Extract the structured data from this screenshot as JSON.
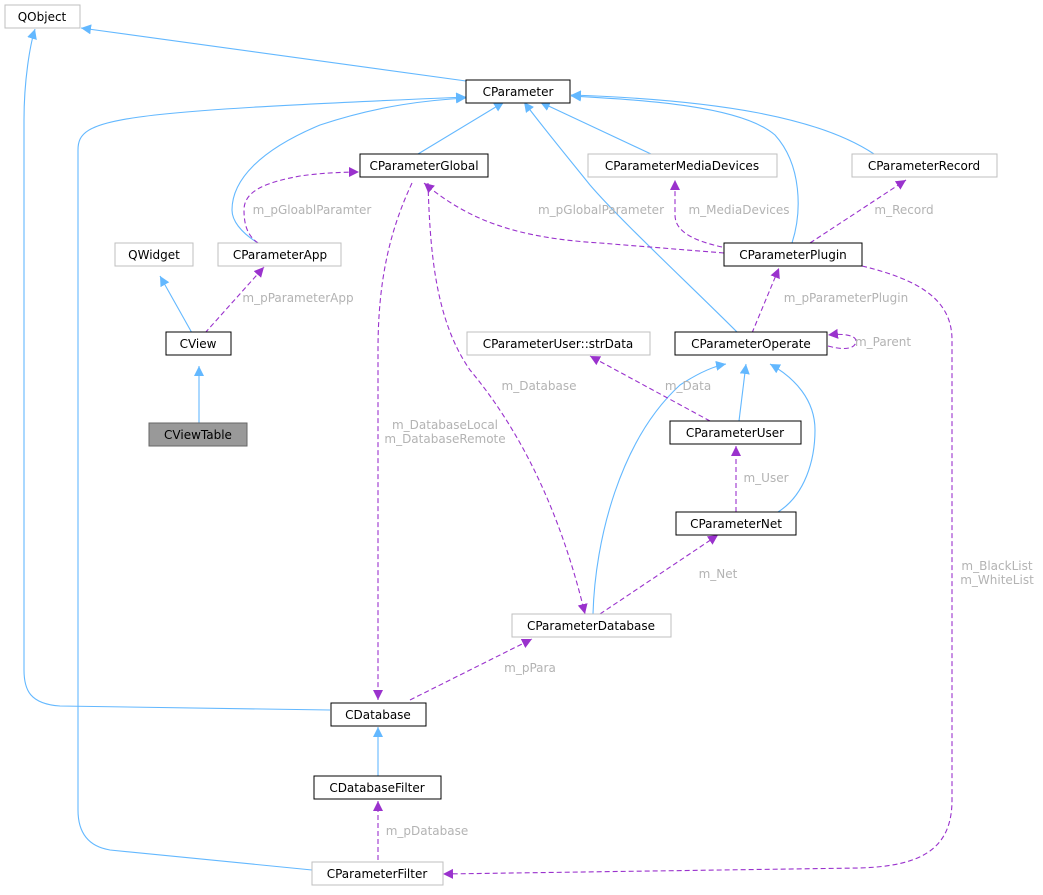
{
  "nodes": {
    "qobject": "QObject",
    "cparameter": "CParameter",
    "cparameterglobal": "CParameterGlobal",
    "cparametermediadevices": "CParameterMediaDevices",
    "cparameterrecord": "CParameterRecord",
    "qwidget": "QWidget",
    "cparameterapp": "CParameterApp",
    "cparameterplugin": "CParameterPlugin",
    "cview": "CView",
    "cparameteruser_strdata": "CParameterUser::strData",
    "cparameteroperate": "CParameterOperate",
    "cviewtable": "CViewTable",
    "cparameteruser": "CParameterUser",
    "cparameternet": "CParameterNet",
    "cparameterdatabase": "CParameterDatabase",
    "cdatabase": "CDatabase",
    "cdatabasefilter": "CDatabaseFilter",
    "cparameterfilter": "CParameterFilter"
  },
  "edge_labels": {
    "m_pgloablparamter": "m_pGloablParamter",
    "m_pglobalparameter": "m_pGlobalParameter",
    "m_mediadevices": "m_MediaDevices",
    "m_record": "m_Record",
    "m_pparameterapp": "m_pParameterApp",
    "m_pparameterplugin": "m_pParameterPlugin",
    "m_parent": "m_Parent",
    "m_data": "m_Data",
    "m_database": "m_Database",
    "m_databaselocal": "m_DatabaseLocal",
    "m_databaseremote": "m_DatabaseRemote",
    "m_user": "m_User",
    "m_net": "m_Net",
    "m_blacklist": "m_BlackList",
    "m_whitelist": "m_WhiteList",
    "m_ppara": "m_pPara",
    "m_pdatabase": "m_pDatabase"
  },
  "colors": {
    "inheritance": "#63b8ff",
    "usage": "#9a32cd",
    "label": "#b3b3b3",
    "documented_border": "#000000",
    "external_border": "#bfbfbf",
    "focus_fill": "#999999"
  }
}
